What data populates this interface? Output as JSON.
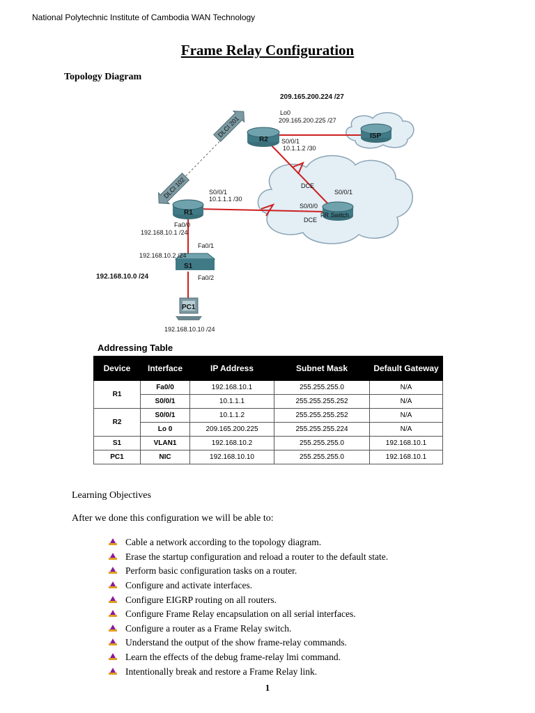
{
  "header": "National Polytechnic Institute of Cambodia  WAN Technology",
  "title": "Frame Relay Configuration",
  "topology_heading": "Topology Diagram",
  "topology": {
    "isp_net": "209.165.200.224 /27",
    "r2_lo0": "Lo0",
    "r2_lo0_ip": "209.165.200.225 /27",
    "r2_s001": "S0/0/1",
    "r2_s001_ip": "10.1.1.2 /30",
    "r2_name": "R2",
    "isp_name": "ISP",
    "dlci_201": "DLCI 201",
    "dlci_102": "DLCI 102",
    "dce_top": "DCE",
    "dce_bottom": "DCE",
    "sw_s001": "S0/0/1",
    "sw_s000": "S0/0/0",
    "frswitch_name": "FR Switch",
    "r1_s001": "S0/0/1",
    "r1_s001_ip": "10.1.1.1 /30",
    "r1_name": "R1",
    "r1_fa00": "Fa0/0",
    "r1_fa00_ip": "192.168.10.1 /24",
    "s1_fa01": "Fa0/1",
    "s1_ip": "192.168.10.2 /24",
    "s1_name": "S1",
    "lan_net": "192.168.10.0 /24",
    "s1_fa02": "Fa0/2",
    "pc1_name": "PC1",
    "pc1_ip": "192.168.10.10 /24"
  },
  "addressing_table": {
    "heading": "Addressing Table",
    "columns": [
      "Device",
      "Interface",
      "IP Address",
      "Subnet Mask",
      "Default Gateway"
    ],
    "rows": [
      {
        "device": "R1",
        "interface": "Fa0/0",
        "ip": "192.168.10.1",
        "mask": "255.255.255.0",
        "gateway": "N/A"
      },
      {
        "device": "",
        "interface": "S0/0/1",
        "ip": "10.1.1.1",
        "mask": "255.255.255.252",
        "gateway": "N/A"
      },
      {
        "device": "R2",
        "interface": "S0/0/1",
        "ip": "10.1.1.2",
        "mask": "255.255.255.252",
        "gateway": "N/A"
      },
      {
        "device": "",
        "interface": "Lo 0",
        "ip": "209.165.200.225",
        "mask": "255.255.255.224",
        "gateway": "N/A"
      },
      {
        "device": "S1",
        "interface": "VLAN1",
        "ip": "192.168.10.2",
        "mask": "255.255.255.0",
        "gateway": "192.168.10.1"
      },
      {
        "device": "PC1",
        "interface": "NIC",
        "ip": "192.168.10.10",
        "mask": "255.255.255.0",
        "gateway": "192.168.10.1"
      }
    ]
  },
  "learning_objectives_heading": "Learning Objectives",
  "intro": "After we done this configuration we will be able to:",
  "objectives": [
    "Cable a network according to the topology diagram.",
    "Erase the startup configuration and reload a router to the default state.",
    "Perform basic configuration tasks on a router.",
    "Configure and activate interfaces.",
    "Configure EIGRP routing on all routers.",
    "Configure Frame Relay encapsulation on all serial interfaces.",
    "Configure a router as a Frame Relay switch.",
    "Understand the output of the show frame-relay commands.",
    "Learn the effects of the debug frame-relay lmi command.",
    "Intentionally break and restore a Frame Relay link."
  ],
  "page_number": "1",
  "colors": {
    "link_red": "#cc1f1f",
    "device_teal": "#3f7a86",
    "cloud_fill": "#e3eef5"
  }
}
